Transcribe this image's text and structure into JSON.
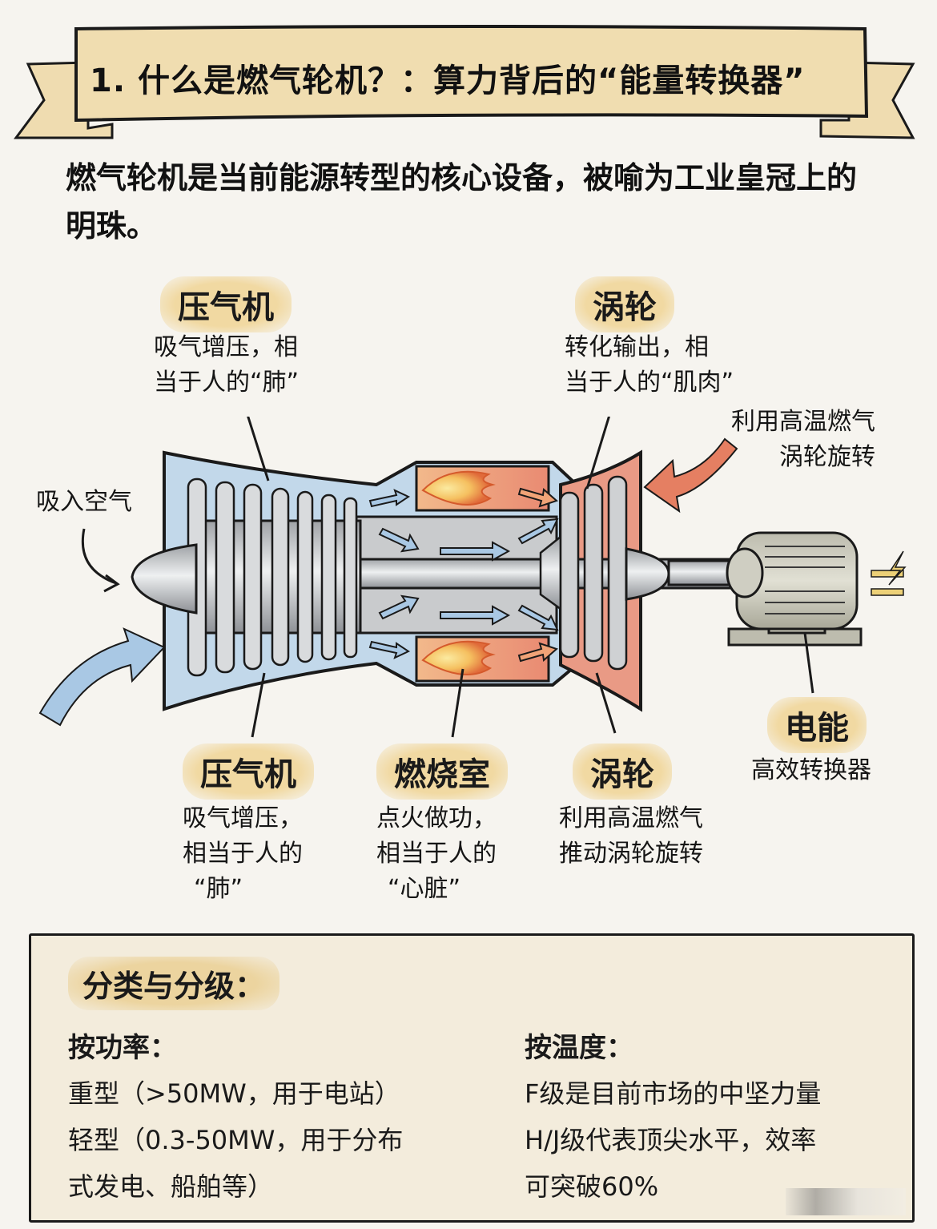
{
  "banner": {
    "title": "1. 什么是燃气轮机？：算力背后的“能量转换器”"
  },
  "intro": {
    "text": "燃气轮机是当前能源转型的核心设备，被喻为工业皇冠上的明珠。"
  },
  "diagram": {
    "top_labels": [
      {
        "title": "压气机",
        "lines": [
          "吸气增压，相",
          "当于人的“肺”"
        ]
      },
      {
        "title": "涡轮",
        "lines": [
          "转化输出，相",
          "当于人的“肌肉”"
        ]
      }
    ],
    "side_note_hot_gas": [
      "利用高温燃气",
      "涡轮旋转"
    ],
    "air_intake_label": "吸入空气",
    "bottom_labels": [
      {
        "title": "压气机",
        "lines": [
          "吸气增压，",
          "相当于人的",
          "“肺”"
        ]
      },
      {
        "title": "燃烧室",
        "lines": [
          "点火做功，",
          "相当于人的",
          "“心脏”"
        ]
      },
      {
        "title": "涡轮",
        "lines": [
          "利用高温燃气",
          "推动涡轮旋转"
        ]
      },
      {
        "title": "电能",
        "lines": [
          "高效转换器"
        ]
      }
    ],
    "colors": {
      "cold_air": "#b9d3e8",
      "hot_zone": "#e98a72",
      "flame_outer": "#e0683a",
      "flame_inner": "#f7d675",
      "metal": "#c9cbcd",
      "generator": "#c9c8b8",
      "label_highlight": "#f1d9a2"
    }
  },
  "classification": {
    "heading": "分类与分级：",
    "by_power": {
      "title": "按功率：",
      "lines": [
        "重型（>50MW，用于电站）",
        "轻型（0.3-50MW，用于分布",
        "式发电、船舶等）"
      ]
    },
    "by_temperature": {
      "title": "按温度：",
      "lines": [
        "F级是目前市场的中坚力量",
        "H/J级代表顶尖水平，效率",
        "可突破60%"
      ]
    }
  }
}
